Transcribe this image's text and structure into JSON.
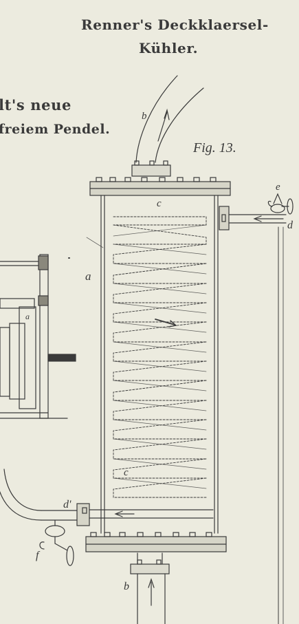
{
  "plate": {
    "title_line1": "Renner's Deckklaersel-",
    "title_line2": "Kühler.",
    "left_line1": "lt's neue",
    "left_line2": "freiem Pendel.",
    "figure_label": "Fig. 13."
  },
  "letters": {
    "b_top": "b",
    "e": "e",
    "c_top": "c",
    "d": "d",
    "a_main": "a",
    "a_small": "a",
    "c_bottom": "c",
    "d_prime": "d'",
    "f": "f",
    "b_bottom": "b"
  },
  "colors": {
    "paper": "#ecebdf",
    "ink": "#3a3a3a"
  }
}
